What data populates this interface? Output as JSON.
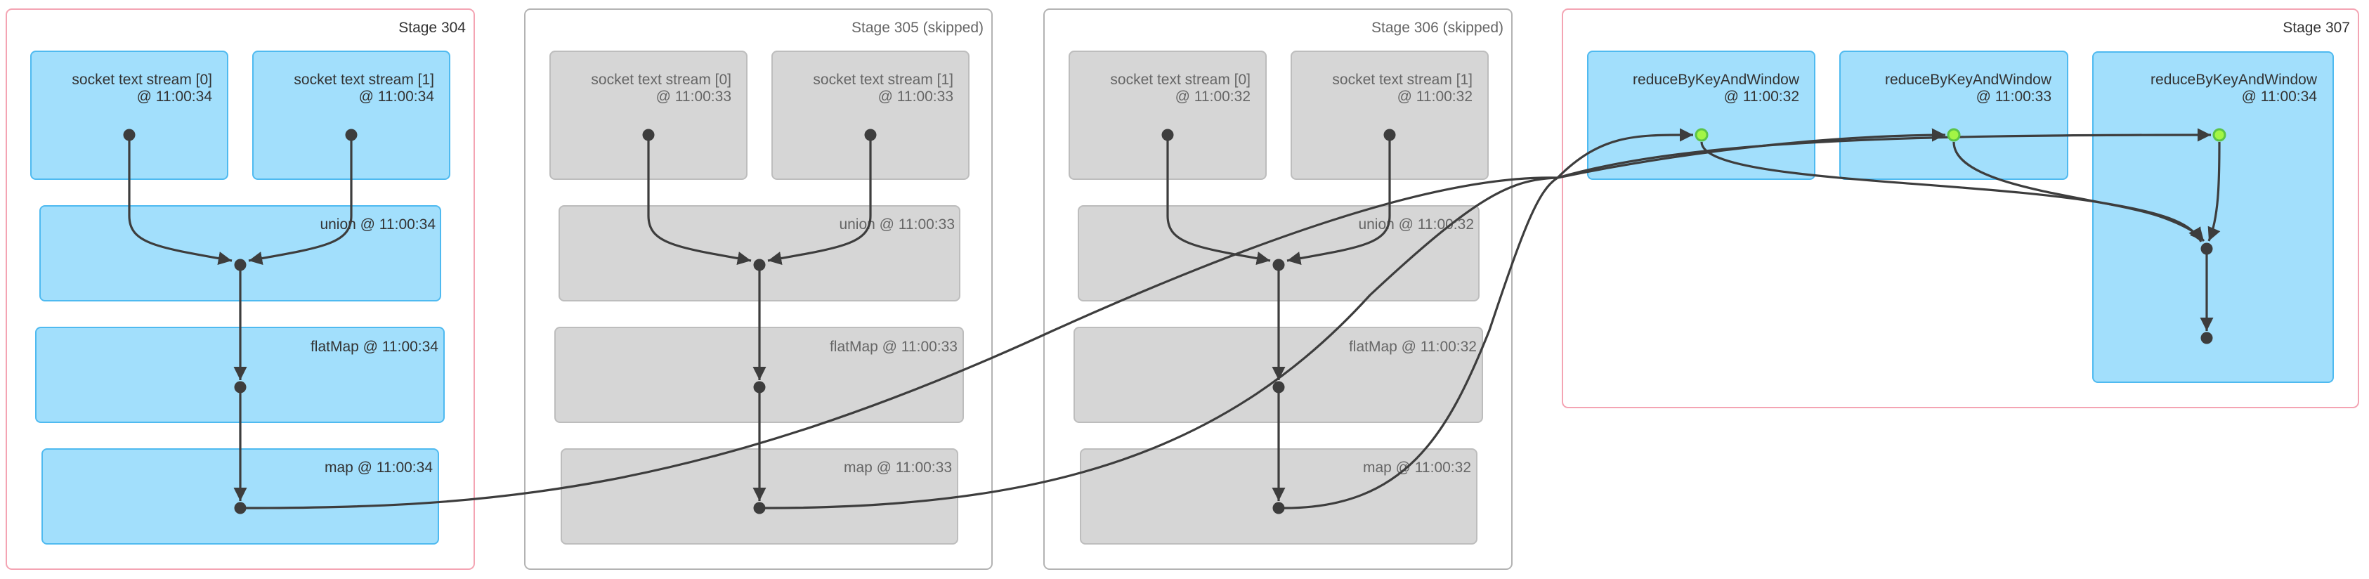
{
  "view": "DAG Visualization",
  "colors": {
    "active_op_fill": "#a2dffc",
    "active_op_border": "#4fbaf0",
    "skipped_op_fill": "#d6d6d6",
    "active_stage_border": "#f4a4b3",
    "skipped_stage_border": "#b3b3b3",
    "edge": "#3d3d3d",
    "cached_node": "#a3f545"
  },
  "stages": [
    {
      "id": "stage-304",
      "title": "Stage 304",
      "skipped": false,
      "ops": [
        {
          "label": [
            "socket text stream [0]",
            "@ 11:00:34"
          ]
        },
        {
          "label": [
            "socket text stream [1]",
            "@ 11:00:34"
          ]
        },
        {
          "label": [
            "union @ 11:00:34"
          ]
        },
        {
          "label": [
            "flatMap @ 11:00:34"
          ]
        },
        {
          "label": [
            "map @ 11:00:34"
          ]
        }
      ]
    },
    {
      "id": "stage-305",
      "title": "Stage 305 (skipped)",
      "skipped": true,
      "ops": [
        {
          "label": [
            "socket text stream [0]",
            "@ 11:00:33"
          ]
        },
        {
          "label": [
            "socket text stream [1]",
            "@ 11:00:33"
          ]
        },
        {
          "label": [
            "union @ 11:00:33"
          ]
        },
        {
          "label": [
            "flatMap @ 11:00:33"
          ]
        },
        {
          "label": [
            "map @ 11:00:33"
          ]
        }
      ]
    },
    {
      "id": "stage-306",
      "title": "Stage 306 (skipped)",
      "skipped": true,
      "ops": [
        {
          "label": [
            "socket text stream [0]",
            "@ 11:00:32"
          ]
        },
        {
          "label": [
            "socket text stream [1]",
            "@ 11:00:32"
          ]
        },
        {
          "label": [
            "union @ 11:00:32"
          ]
        },
        {
          "label": [
            "flatMap @ 11:00:32"
          ]
        },
        {
          "label": [
            "map @ 11:00:32"
          ]
        }
      ]
    },
    {
      "id": "stage-307",
      "title": "Stage 307",
      "skipped": false,
      "ops": [
        {
          "label": [
            "reduceByKeyAndWindow",
            "@ 11:00:32"
          ],
          "cached": true
        },
        {
          "label": [
            "reduceByKeyAndWindow",
            "@ 11:00:33"
          ],
          "cached": true
        },
        {
          "label": [
            "reduceByKeyAndWindow",
            "@ 11:00:34"
          ],
          "cached": true
        }
      ]
    }
  ]
}
